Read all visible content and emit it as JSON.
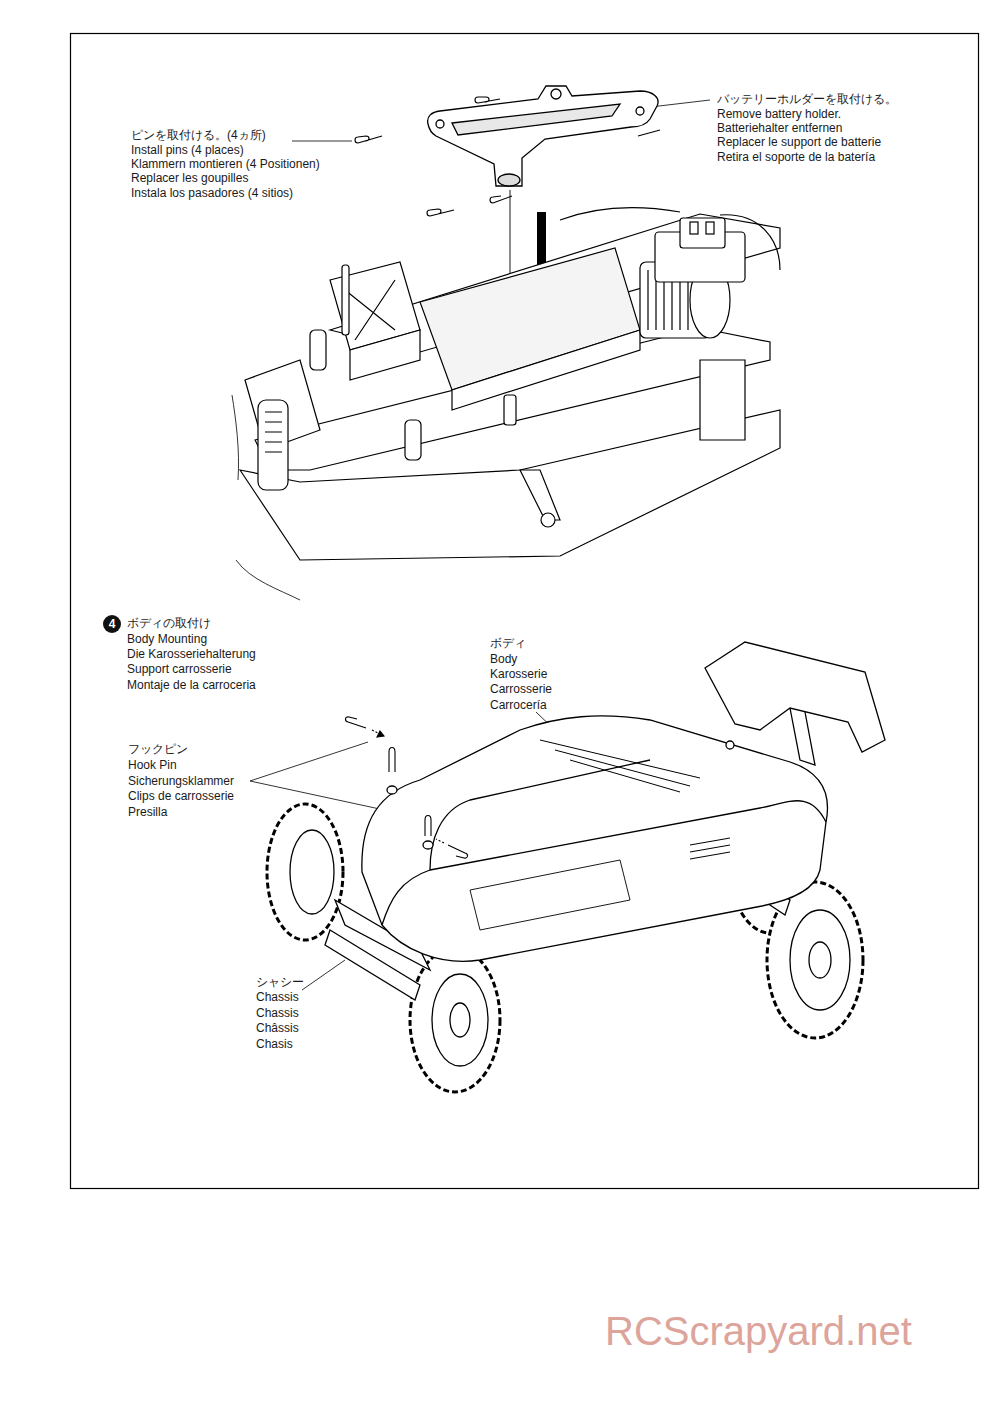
{
  "diagram": {
    "labels": [
      "ピンを取付ける。(4ヵ所)",
      "Install pins (4 places)",
      "Klammern montieren (4 Positionen)",
      "Replacer les goupilles",
      "Instala los pasadores (4 sitios)",
      "バッテリーホルダーを取付ける。",
      "Remove battery holder.",
      "Batteriehalter entfernen",
      "Replacer le support de batterie",
      "Retira el soporte de la batería",
      "4",
      "ボディの取付け",
      "Body Mounting",
      "Die Karosseriehalterung",
      "Support carrosserie",
      "Montaje de la carroceria",
      "ボディ",
      "Body",
      "Karosserie",
      "Carrosserie",
      "Carrocería",
      "フックピン",
      "Hook Pin",
      "Sicherungsklammer",
      "Clips de carrosserie",
      "Presilla",
      "シャシー",
      "Chassis",
      "Chassis",
      "Châssis",
      "Chasis",
      "RCScrapyard.net"
    ]
  }
}
